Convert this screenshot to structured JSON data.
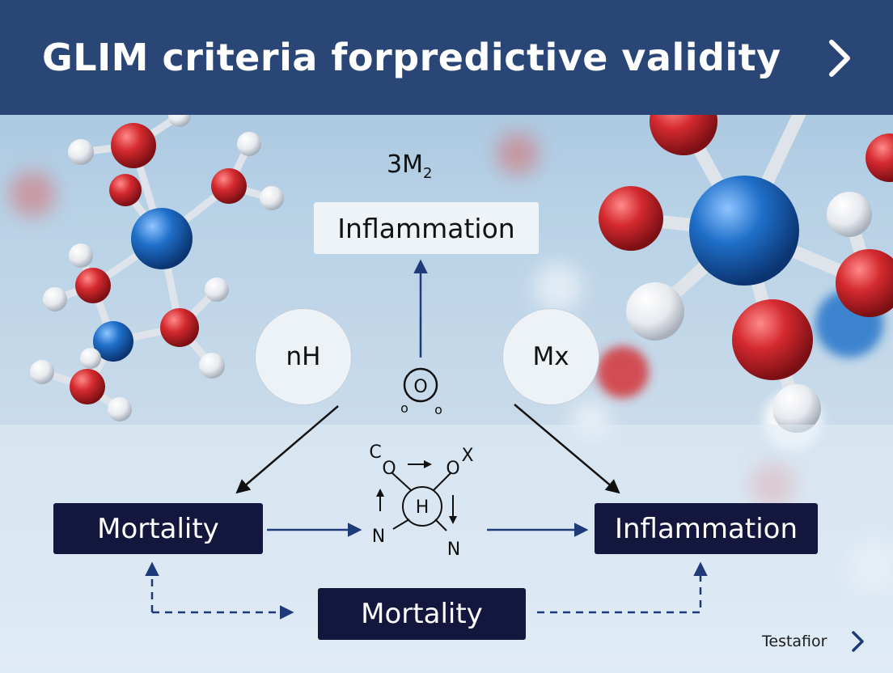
{
  "title": "GLIM criteria forpredictive validity",
  "formula": {
    "main": "3M",
    "sub": "2"
  },
  "top_box": "Inflammation",
  "circles": {
    "left": "nH",
    "right": "Mx"
  },
  "center_symbol": {
    "top": "O",
    "left": "o",
    "right": "o"
  },
  "chem": {
    "c": "C",
    "x": "X",
    "o1": "O",
    "o2": "O",
    "h": "H",
    "n1": "N",
    "n2": "N"
  },
  "boxes": {
    "left": "Mortality",
    "right": "Inflammation",
    "bottom": "Mortality"
  },
  "footer": {
    "label": "Testafior"
  },
  "colors": {
    "title_bar": "#2a4677",
    "dark_box": "#13173d",
    "arrow_blue": "#1e3a78",
    "atom_red": "#d42a2f",
    "atom_blue": "#1f6fc9",
    "atom_white": "#f2f4f7"
  },
  "icons": {
    "title_chevron": "chevron-right-icon",
    "footer_chevron": "chevron-right-icon"
  }
}
